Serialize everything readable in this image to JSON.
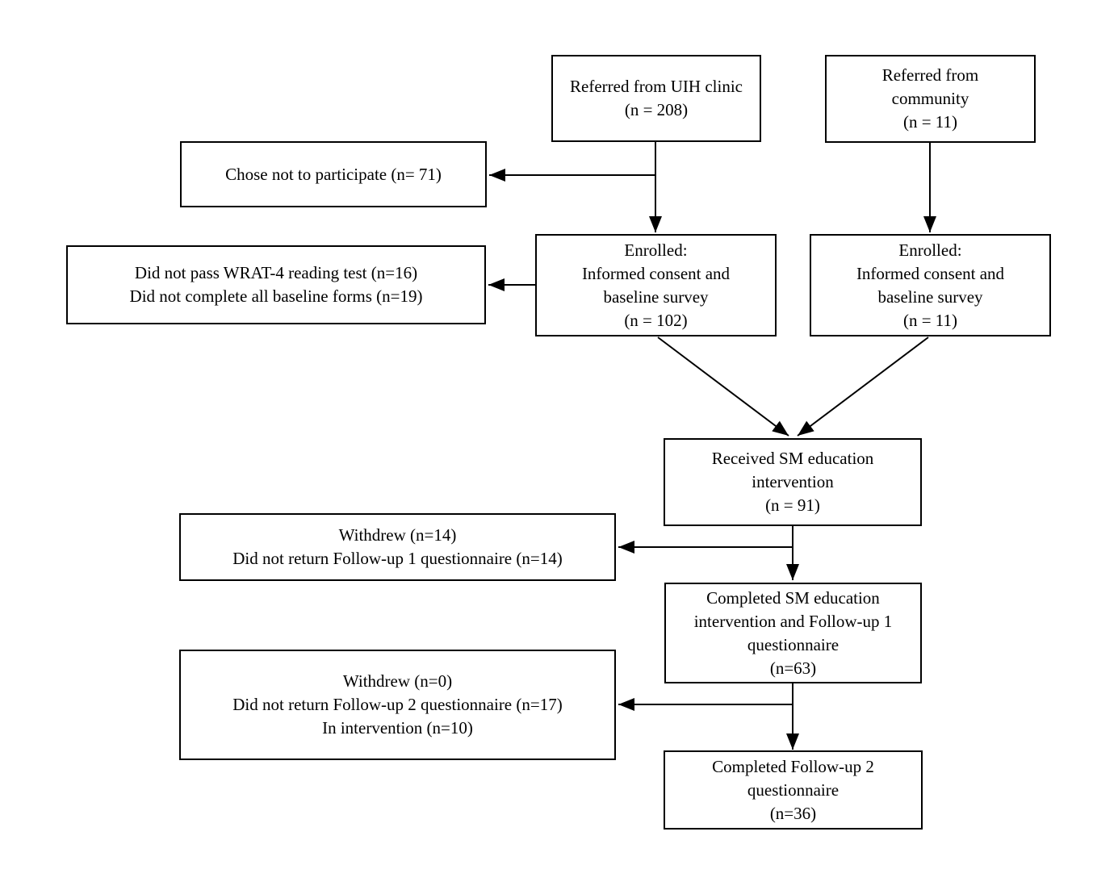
{
  "colors": {
    "background": "#ffffff",
    "box_border": "#000000",
    "text": "#000000",
    "arrow": "#000000"
  },
  "boxes": {
    "referred_uih": "Referred from UIH clinic\n(n = 208)",
    "referred_community": "Referred from\ncommunity\n(n = 11)",
    "chose_not": "Chose not to participate (n= 71)",
    "wrat": "Did not pass WRAT-4 reading test (n=16)\nDid not complete all baseline forms (n=19)",
    "enrolled_uih": "Enrolled:\nInformed consent and\nbaseline survey\n(n = 102)",
    "enrolled_community": "Enrolled:\nInformed consent and\nbaseline survey\n(n = 11)",
    "received": "Received SM education\nintervention\n(n = 91)",
    "withdrew_1": "Withdrew (n=14)\nDid not return Follow-up 1 questionnaire (n=14)",
    "completed_f1": "Completed SM education\nintervention and Follow-up 1\nquestionnaire\n(n=63)",
    "withdrew_2": "Withdrew (n=0)\nDid not return Follow-up 2 questionnaire (n=17)\nIn intervention (n=10)",
    "completed_f2": "Completed Follow-up 2\nquestionnaire\n(n=36)"
  },
  "edges": [
    {
      "from": "referred_uih",
      "to": "enrolled_uih"
    },
    {
      "from": "referred_uih",
      "to": "chose_not"
    },
    {
      "from": "referred_community",
      "to": "enrolled_community"
    },
    {
      "from": "enrolled_uih",
      "to": "wrat"
    },
    {
      "from": "enrolled_uih",
      "to": "received"
    },
    {
      "from": "enrolled_community",
      "to": "received"
    },
    {
      "from": "received",
      "to": "withdrew_1"
    },
    {
      "from": "received",
      "to": "completed_f1"
    },
    {
      "from": "completed_f1",
      "to": "withdrew_2"
    },
    {
      "from": "completed_f1",
      "to": "completed_f2"
    }
  ]
}
